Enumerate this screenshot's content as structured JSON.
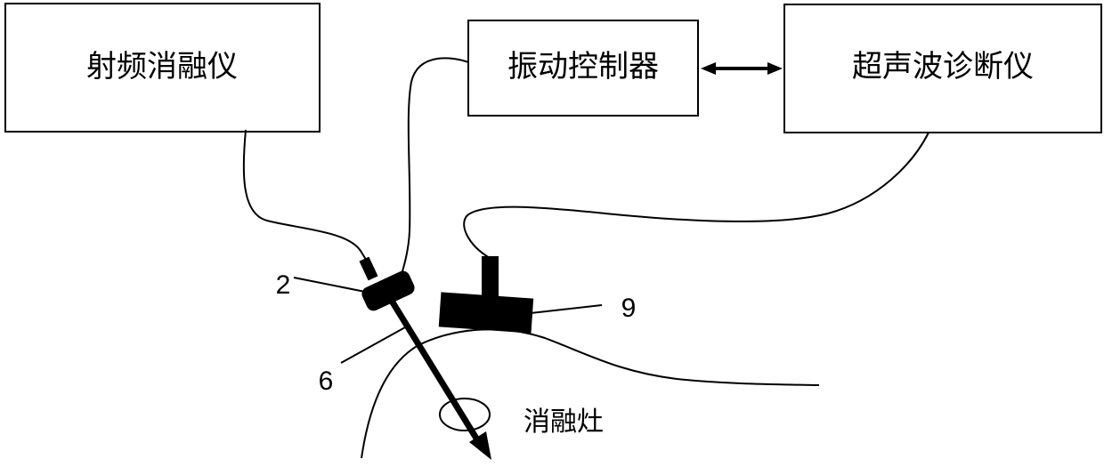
{
  "boxes": {
    "rf_ablation": "射频消融仪",
    "vibration_controller": "振动控制器",
    "ultrasound": "超声波诊断仪"
  },
  "callouts": {
    "n2": "2",
    "n6": "6",
    "n9": "9"
  },
  "ablation_site": "消融灶",
  "colors": {
    "line": "#000000",
    "background": "#ffffff"
  }
}
